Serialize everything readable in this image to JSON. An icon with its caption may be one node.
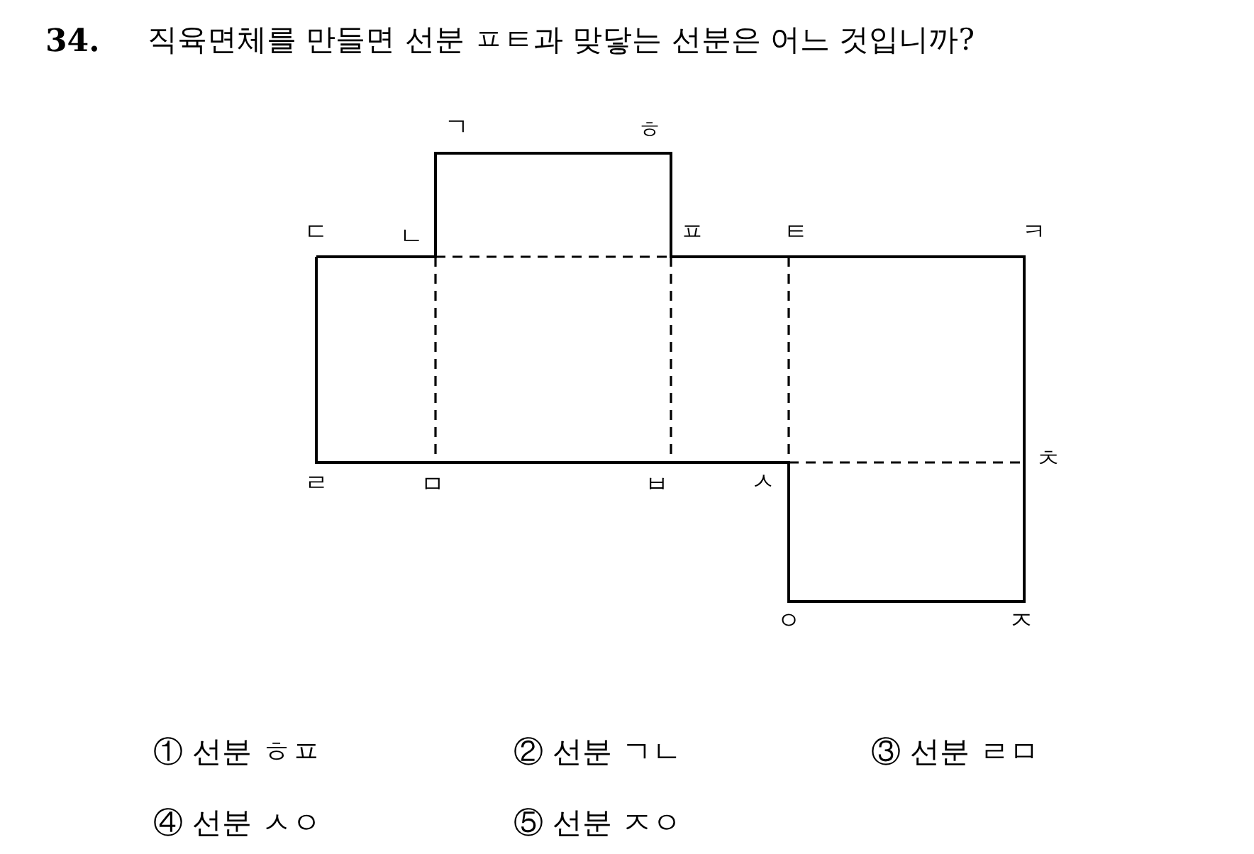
{
  "diagram": {
    "labels": [
      "34.",
      "직육면체를 만들면 선분 ㅍㅌ과 맞닿는 선분은 어느 것입니까?",
      "ㄱ",
      "ㅎ",
      "ㄷ",
      "ㄴ",
      "ㅍ",
      "ㅌ",
      "ㅋ",
      "ㅊ",
      "ㄹ",
      "ㅁ",
      "ㅂ",
      "ㅅ",
      "ㅇ",
      "ㅈ",
      "① 선분 ㅎㅍ",
      "② 선분 ㄱㄴ",
      "③ 선분 ㄹㅁ",
      "④ 선분 ㅅㅇ",
      "⑤ 선분 ㅈㅇ"
    ]
  }
}
